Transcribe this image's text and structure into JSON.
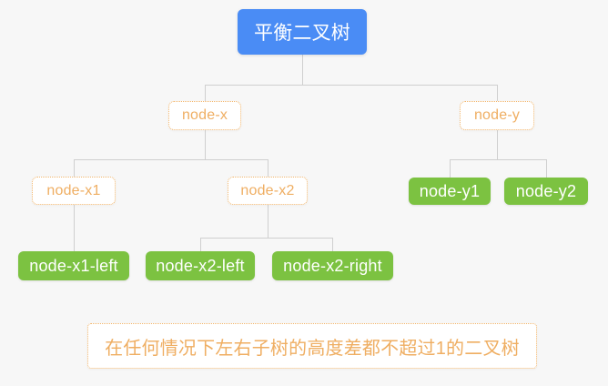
{
  "diagram_title": "平衡二叉树",
  "nodes": {
    "root": {
      "label": "平衡二叉树",
      "style": "primary-blue"
    },
    "x": {
      "label": "node-x",
      "style": "outline-orange"
    },
    "y": {
      "label": "node-y",
      "style": "outline-orange"
    },
    "x1": {
      "label": "node-x1",
      "style": "outline-orange"
    },
    "x2": {
      "label": "node-x2",
      "style": "outline-orange"
    },
    "y1": {
      "label": "node-y1",
      "style": "solid-green"
    },
    "y2": {
      "label": "node-y2",
      "style": "solid-green"
    },
    "x1_left": {
      "label": "node-x1-left",
      "style": "solid-green"
    },
    "x2_left": {
      "label": "node-x2-left",
      "style": "solid-green"
    },
    "x2_right": {
      "label": "node-x2-right",
      "style": "solid-green"
    }
  },
  "edges": [
    [
      "平衡二叉树",
      "node-x"
    ],
    [
      "平衡二叉树",
      "node-y"
    ],
    [
      "node-x",
      "node-x1"
    ],
    [
      "node-x",
      "node-x2"
    ],
    [
      "node-y",
      "node-y1"
    ],
    [
      "node-y",
      "node-y2"
    ],
    [
      "node-x1",
      "node-x1-left"
    ],
    [
      "node-x2",
      "node-x2-left"
    ],
    [
      "node-x2",
      "node-x2-right"
    ]
  ],
  "caption": {
    "text": "在任何情况下左右子树的高度差都不超过1的二叉树"
  },
  "colors": {
    "page_bg": "#f7f7f7",
    "root_bg": "#4a8cf5",
    "root_text": "#ffffff",
    "green_bg": "#7cc241",
    "green_text": "#ffffff",
    "orange_text": "#efae62",
    "orange_border": "#f2b66d",
    "node_bg": "#ffffff",
    "connector": "#cfcfcf"
  }
}
